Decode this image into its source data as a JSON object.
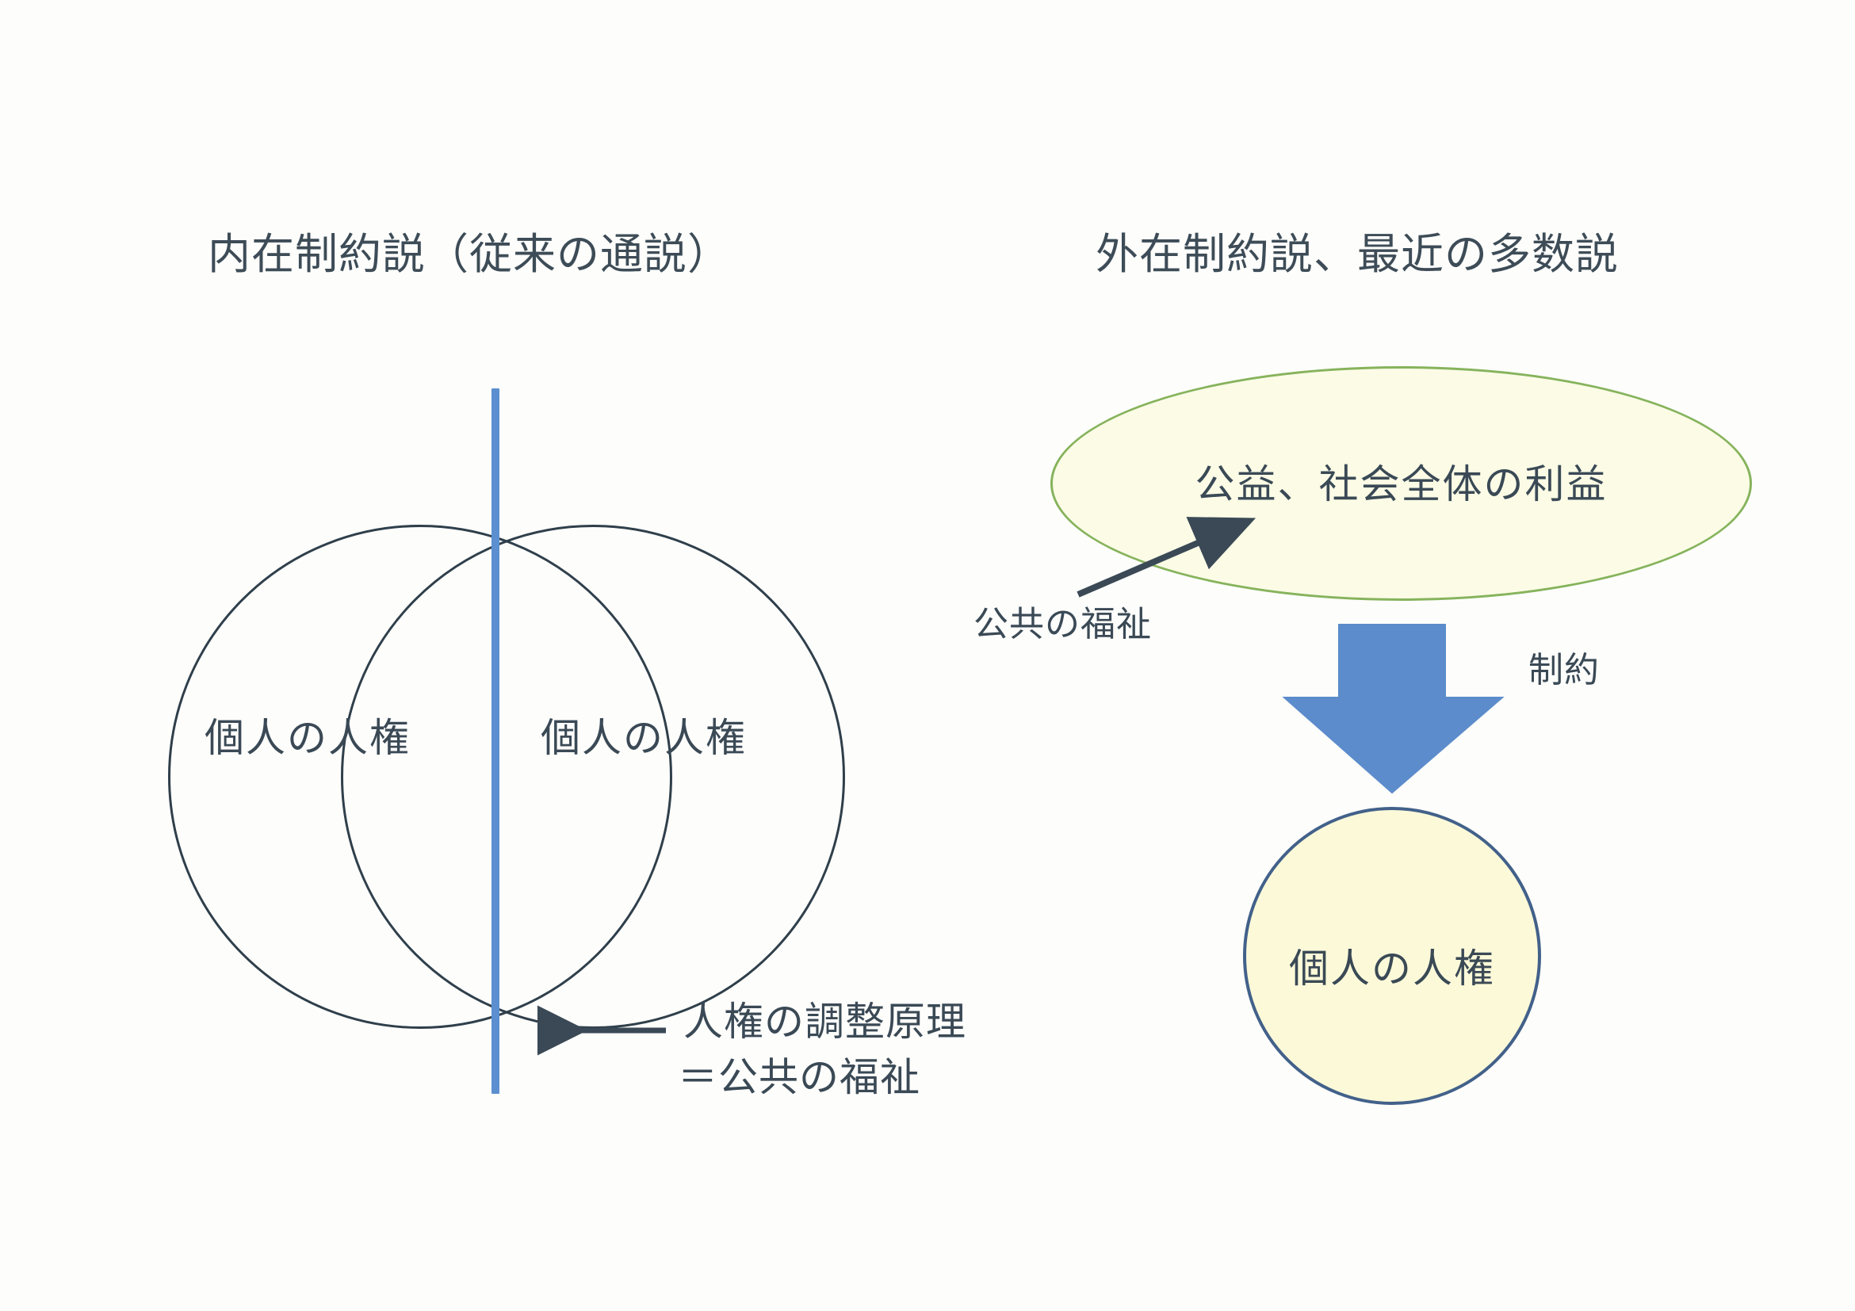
{
  "page": {
    "background_color": "#fefefe",
    "text_color": "#3a4955"
  },
  "left_panel": {
    "title": "内在制約説（従来の通説）",
    "circles": [
      {
        "label": "個人の人権"
      },
      {
        "label": "個人の人権"
      }
    ],
    "divider": {
      "name": "vertical-blue-line",
      "color": "#5b8fd0"
    },
    "caption": {
      "line1": "人権の調整原理",
      "line2": "＝公共の福祉"
    },
    "caption_arrow": {
      "direction": "left",
      "color": "#3a4955"
    }
  },
  "right_panel": {
    "title": "外在制約説、最近の多数説",
    "ellipse": {
      "label": "公益、社会全体の利益",
      "fill_color": "#fbfbe6",
      "border_color": "#86b35c"
    },
    "ellipse_annotation": {
      "label": "公共の福祉",
      "arrow_direction": "up-right",
      "arrow_color": "#3a4955"
    },
    "big_arrow": {
      "name": "constraint-arrow",
      "direction": "down",
      "fill_color": "#5b8fd0",
      "label": "制約"
    },
    "circle": {
      "label": "個人の人権",
      "fill_color": "#fcf9d9",
      "border_color": "#42618a"
    }
  }
}
